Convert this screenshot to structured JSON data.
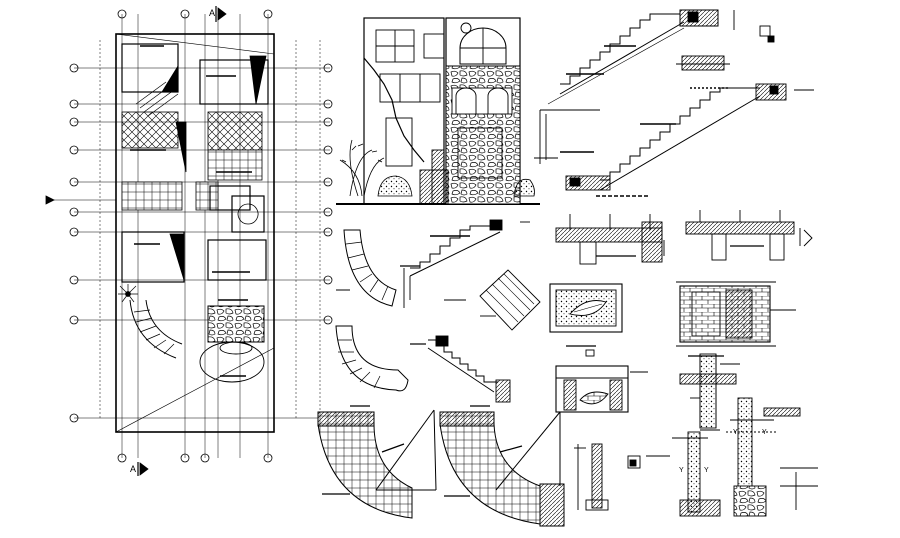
{
  "drawing": {
    "section_marks": {
      "top": "A",
      "bottom": "A"
    },
    "grid_rows": 12,
    "grid_cols": 9,
    "dimension_text": {
      "left_marker": "",
      "right_marker": ""
    },
    "detail_labels": {
      "y_left": "Y",
      "y_right": "Y",
      "y_left2": "Y",
      "y_right2": "Y"
    }
  },
  "colors": {
    "line": "#000000",
    "hatch": "#000000",
    "background": "#ffffff"
  }
}
